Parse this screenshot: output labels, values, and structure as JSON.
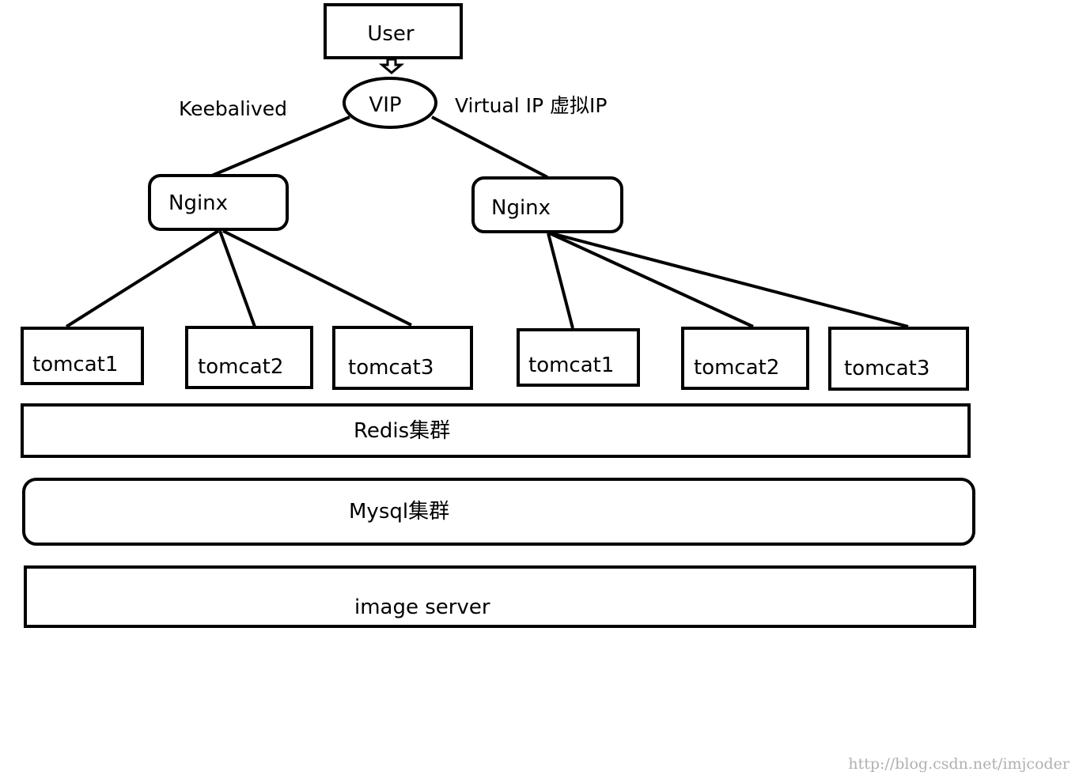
{
  "user": {
    "label": "User"
  },
  "vip": {
    "label": "VIP",
    "left_note": "Keebalived",
    "right_note": "Virtual IP 虚拟IP"
  },
  "nginx": [
    {
      "label": "Nginx"
    },
    {
      "label": "Nginx"
    }
  ],
  "tomcats": [
    {
      "label": "tomcat1"
    },
    {
      "label": "tomcat2"
    },
    {
      "label": "tomcat3"
    },
    {
      "label": "tomcat1"
    },
    {
      "label": "tomcat2"
    },
    {
      "label": "tomcat3"
    }
  ],
  "layers": {
    "redis": "Redis集群",
    "mysql": "Mysql集群",
    "image": "image server"
  },
  "watermark": "http://blog.csdn.net/imjcoder"
}
